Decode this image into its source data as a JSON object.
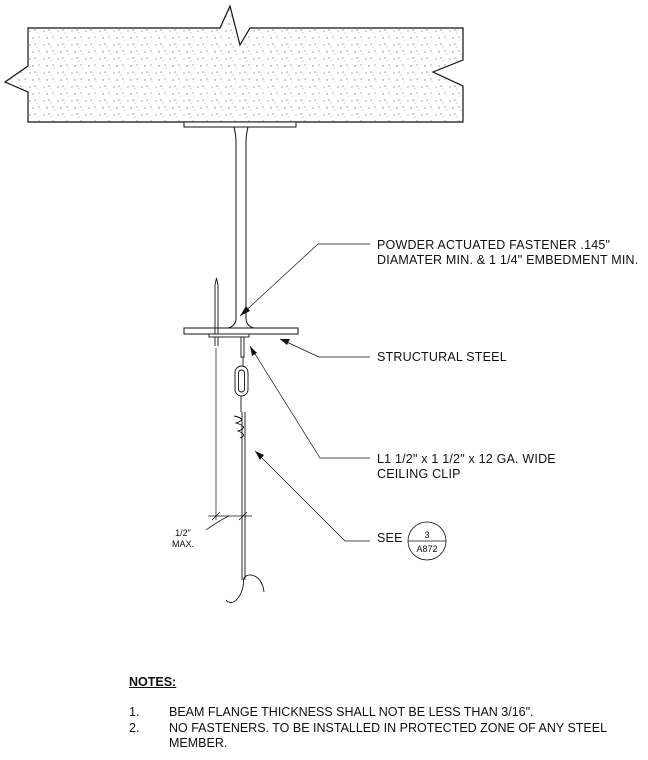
{
  "callouts": {
    "fastener": "POWDER ACTUATED FASTENER .145\" DIAMATER MIN. & 1 1/4\" EMBEDMENT MIN.",
    "structural_steel": "STRUCTURAL STEEL",
    "clip": "L1 1/2\" x 1 1/2\" x 12 GA. WIDE CEILING CLIP",
    "see": "SEE",
    "max_dim": "1/2\"",
    "max_word": "MAX."
  },
  "detail_bubble": {
    "top": "3",
    "bottom": "A872"
  },
  "notes": {
    "title": "NOTES:",
    "items": [
      {
        "num": "1.",
        "text": "BEAM FLANGE THICKNESS SHALL NOT BE LESS THAN 3/16\"."
      },
      {
        "num": "2.",
        "text": "NO FASTENERS. TO BE INSTALLED IN PROTECTED ZONE OF ANY STEEL MEMBER."
      }
    ]
  }
}
